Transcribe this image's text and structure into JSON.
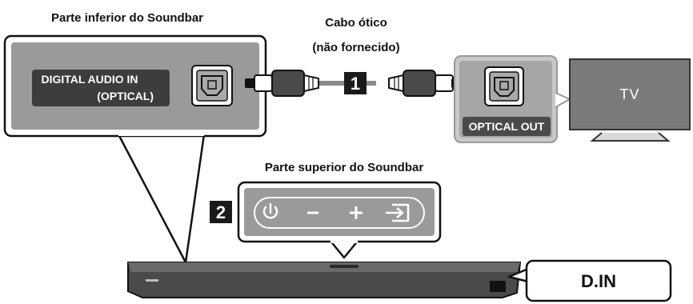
{
  "captions": {
    "bottom_label": "Parte inferior do Soundbar",
    "cable_line1": "Cabo ótico",
    "cable_line2": "(não fornecido)",
    "top_label": "Parte superior do Soundbar"
  },
  "port": {
    "line1": "DIGITAL AUDIO IN",
    "line2": "(OPTICAL)"
  },
  "tv_port_label": "OPTICAL OUT",
  "tv_label": "TV",
  "steps": [
    "1",
    "2"
  ],
  "soundbar_buttons": [
    "power-icon",
    "minus-icon",
    "plus-icon",
    "input-source-icon"
  ],
  "display_text": "D.IN",
  "colors": {
    "panel_gray": "#9a9a9a",
    "dark_gray": "#4a4a4a",
    "tv_gray": "#7a7a7a",
    "badge": "#1a1a1a"
  }
}
